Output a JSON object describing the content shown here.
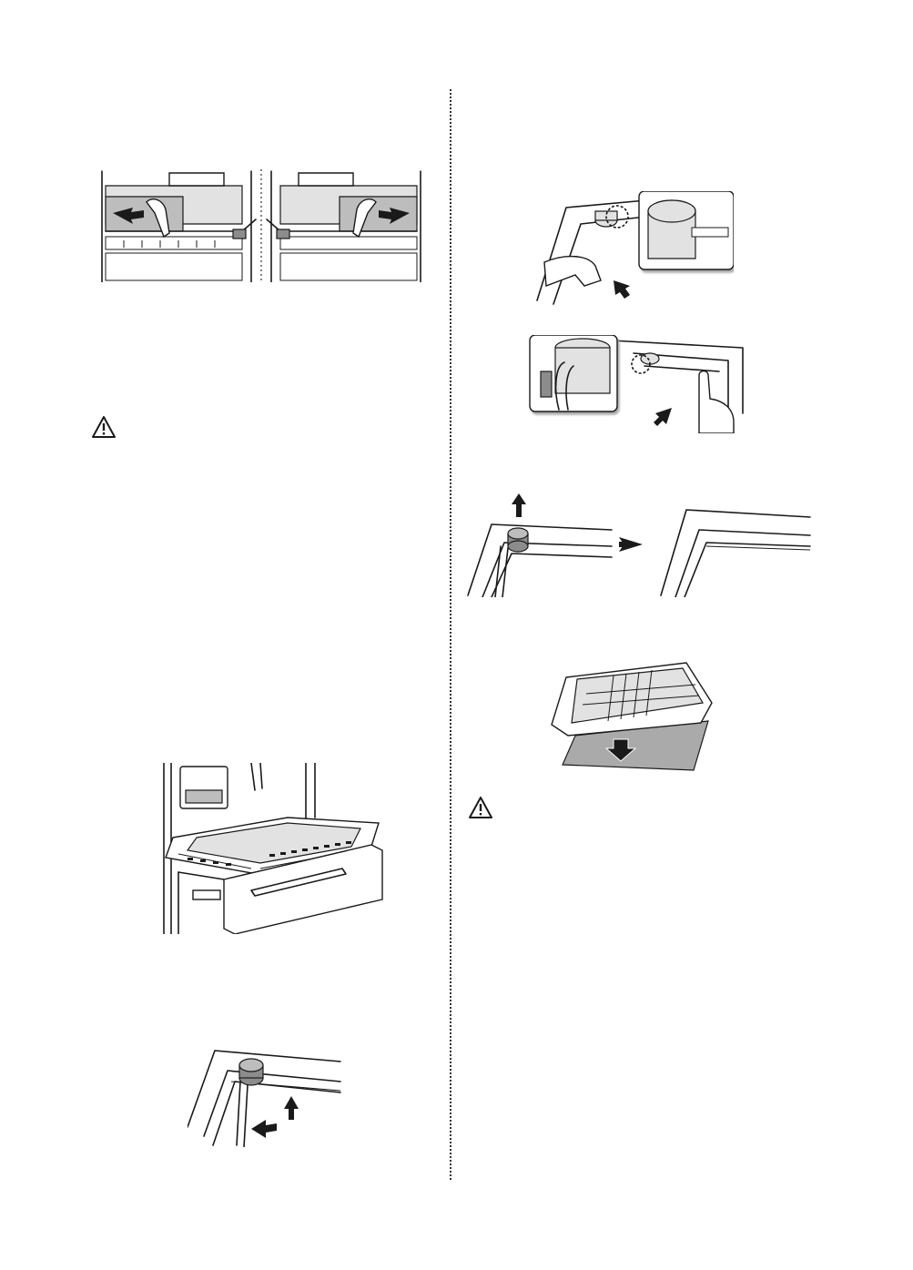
{
  "page": {
    "figures": [
      {
        "name": "shelf-removal-illustration",
        "icon": "refrigerator-shelf-slide-out"
      },
      {
        "name": "drawer-open-illustration",
        "icon": "freezer-drawer-open"
      },
      {
        "name": "filter-cap-pull-illustration",
        "icon": "drawer-frame-filter-cap"
      },
      {
        "name": "filter-cap-detach-illustration",
        "icon": "drawer-frame-filter-cap-zoom"
      },
      {
        "name": "filter-cap-press-illustration",
        "icon": "drawer-frame-filter-cap-zoom"
      },
      {
        "name": "filter-cap-lift-illustration",
        "icon": "drawer-frame-before-after"
      },
      {
        "name": "filter-pad-removal-illustration",
        "icon": "filter-cover-pad"
      }
    ],
    "warnings": [
      {
        "icon": "warning-triangle-icon"
      },
      {
        "icon": "warning-triangle-icon"
      }
    ]
  }
}
